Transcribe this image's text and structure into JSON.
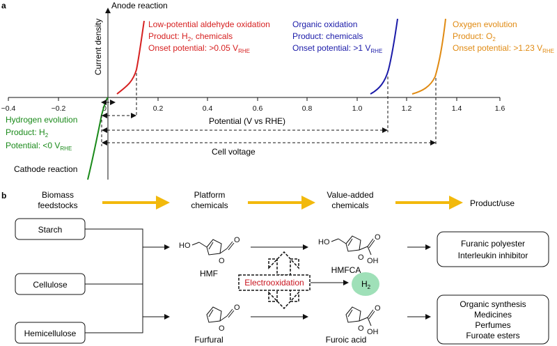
{
  "panel_a": {
    "label": "a",
    "y_axis_top_label": "Anode reaction",
    "y_axis_label": "Current density",
    "x_axis_label": "Potential (V vs RHE)",
    "cathode_label": "Cathode reaction",
    "cell_voltage_label": "Cell voltage",
    "x_ticks": [
      "−0.4",
      "−0.2",
      "0",
      "0.2",
      "0.4",
      "0.6",
      "0.8",
      "1.0",
      "1.2",
      "1.4",
      "1.6"
    ],
    "colors": {
      "green": "#1a8a1a",
      "red": "#d62020",
      "blue": "#1a1aa8",
      "orange": "#e08a12"
    },
    "low_potential": {
      "title": "Low-potential aldehyde oxidation",
      "product_prefix": "Product: H",
      "product_sub": "2",
      "product_suffix": ", chemicals",
      "onset_prefix": "Onset potential: >0.05 V",
      "onset_sub": "RHE"
    },
    "organic": {
      "title": "Organic oxidation",
      "product": "Product: chemicals",
      "onset_prefix": "Onset potential: >1 V",
      "onset_sub": "RHE"
    },
    "oxygen": {
      "title": "Oxygen evolution",
      "product_prefix": "Product: O",
      "product_sub": "2",
      "onset_prefix": "Onset potential: >1.23 V",
      "onset_sub": "RHE"
    },
    "hydrogen": {
      "title": "Hydrogen evolution",
      "product_prefix": "Product: H",
      "product_sub": "2",
      "potential_prefix": "Potential: <0 V",
      "potential_sub": "RHE"
    }
  },
  "panel_b": {
    "label": "b",
    "stage_biomass": [
      "Biomass",
      "feedstocks"
    ],
    "stage_platform": [
      "Platform",
      "chemicals"
    ],
    "stage_value": [
      "Value-added",
      "chemicals"
    ],
    "stage_product": "Product/use",
    "feedstocks": [
      "Starch",
      "Cellulose",
      "Hemicellulose"
    ],
    "hmf": "HMF",
    "furfural": "Furfural",
    "hmfca": "HMFCA",
    "furoic": "Furoic acid",
    "electrooxidation": "Electrooxidation",
    "h2_prefix": "H",
    "h2_sub": "2",
    "oh": "OH",
    "ho": "HO",
    "o": "O",
    "products_top": [
      "Furanic polyester",
      "Interleukin inhibitor"
    ],
    "products_bottom": [
      "Organic synthesis",
      "Medicines",
      "Perfumes",
      "Furoate esters"
    ],
    "colors": {
      "arrow_yellow": "#f2b90c",
      "electro_red": "#c8141e",
      "h2_fill": "#9fe0b8"
    }
  }
}
